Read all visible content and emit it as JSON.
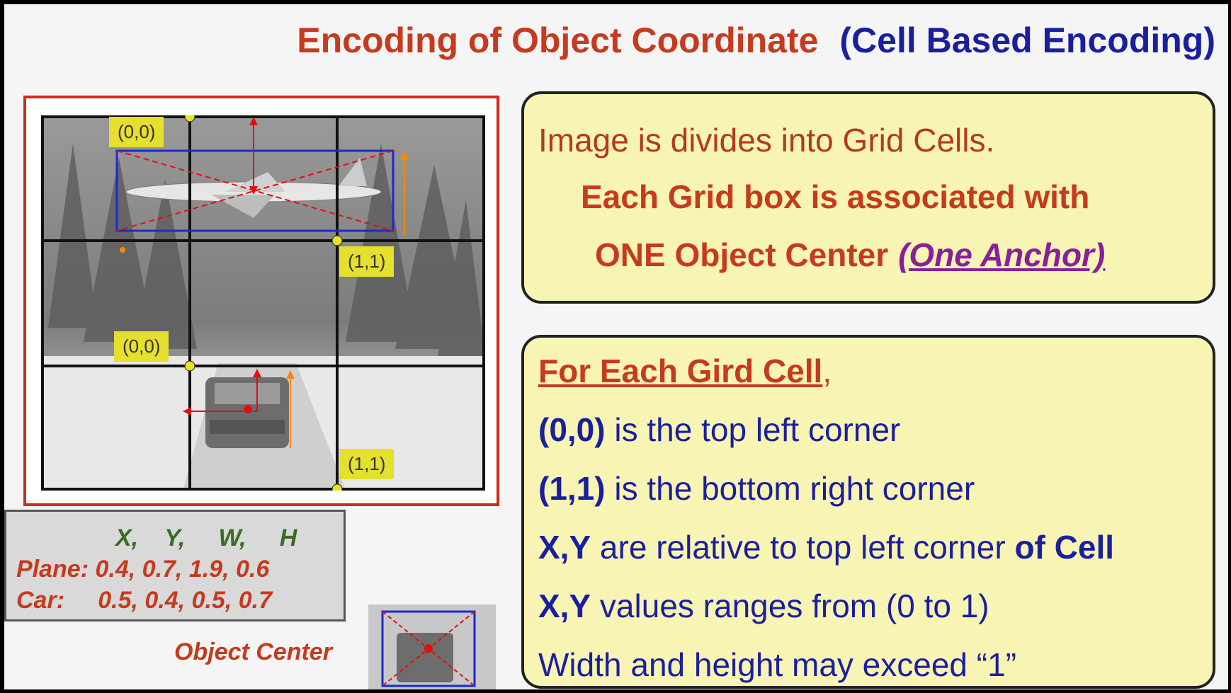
{
  "title": {
    "main": "Encoding of Object Coordinate",
    "sub": "(Cell Based Encoding)"
  },
  "grid_labels": {
    "top_left_1": "(0,0)",
    "bottom_right_1": "(1,1)",
    "top_left_2": "(0,0)",
    "bottom_right_2": "(1,1)"
  },
  "coords": {
    "header": "X,    Y,     W,     H",
    "plane_label": "Plane:",
    "plane_values": "0.4, 0.7, 1.9, 0.6",
    "car_label": "Car:",
    "car_values": "0.5, 0.4, 0.5, 0.7"
  },
  "object_center_label": "Object Center",
  "box1": {
    "line1": "Image is divides into Grid Cells.",
    "line2": "Each Grid box is associated with",
    "line3": "ONE Object Center",
    "line3_anchor": "(One Anchor)"
  },
  "box2": {
    "heading": "For Each Gird Cell",
    "heading_suffix": ",",
    "l1_bold": "(0,0)",
    "l1_rest": " is the top left corner",
    "l2_bold": "(1,1)",
    "l2_rest": " is the bottom right corner",
    "l3_bold": "X,Y",
    "l3_rest": "  are relative to top left corner ",
    "l3_bold2": "of Cell",
    "l4_bold": "X,Y",
    "l4_rest": " values ranges from (0 to 1)",
    "l5": "Width and height may exceed “1”"
  },
  "colors": {
    "title_red": "#c63a1e",
    "title_blue": "#1a1fa0",
    "box_yellow": "#f8f4b4",
    "label_yellow": "#e5df2e"
  }
}
